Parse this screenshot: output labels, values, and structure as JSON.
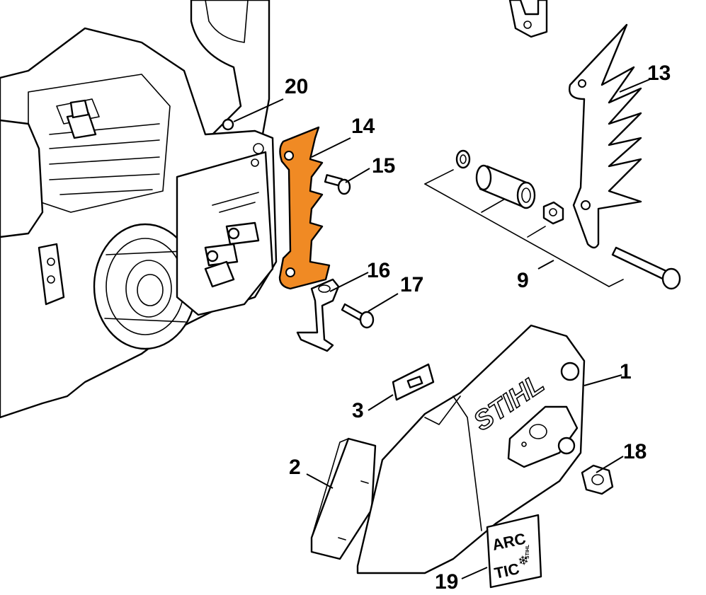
{
  "diagram": {
    "callouts": [
      {
        "id": "1",
        "label": "1"
      },
      {
        "id": "2",
        "label": "2"
      },
      {
        "id": "3",
        "label": "3"
      },
      {
        "id": "9",
        "label": "9"
      },
      {
        "id": "13",
        "label": "13"
      },
      {
        "id": "14",
        "label": "14"
      },
      {
        "id": "15",
        "label": "15"
      },
      {
        "id": "16",
        "label": "16"
      },
      {
        "id": "17",
        "label": "17"
      },
      {
        "id": "18",
        "label": "18"
      },
      {
        "id": "19",
        "label": "19"
      },
      {
        "id": "20",
        "label": "20"
      }
    ],
    "cover_logo": "STIHL",
    "sticker": {
      "line1": "ARC",
      "line2": "TIC",
      "small": "STIHL"
    },
    "highlight_color": "#f08a24",
    "highlighted_part": "14"
  }
}
